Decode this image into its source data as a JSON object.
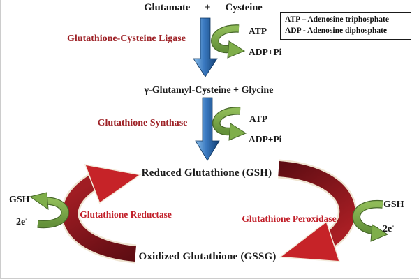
{
  "top_reaction": {
    "reactant_left": "Glutamate",
    "plus_sign": "+",
    "reactant_right": "Cysteine"
  },
  "legend": {
    "line1": "ATP – Adenosine triphosphate",
    "line2": "ADP - Adenosine diphosphate"
  },
  "step1": {
    "enzyme": "Glutathione-Cysteine Ligase",
    "cofactor_in": "ATP",
    "cofactor_out": "ADP+Pi"
  },
  "intermediate_reaction": "γ-Glutamyl-Cysteine + Glycine",
  "step2": {
    "enzyme": "Glutathione Synthase",
    "cofactor_in": "ATP",
    "cofactor_out": "ADP+Pi"
  },
  "cycle": {
    "reduced_node": "Reduced Glutathione (GSH)",
    "oxidized_node": "Oxidized Glutathione (GSSG)",
    "left_enzyme": "Glutathione Reductase",
    "right_enzyme": "Glutathione Peroxidase",
    "left_gsh": "GSH",
    "left_electrons_base": "2e",
    "left_electrons_sup": "-",
    "right_gsh": "GSH",
    "right_electrons_base": "2e",
    "right_electrons_sup": "-"
  },
  "colors": {
    "enzyme_label_dark_red": "#9e2227",
    "enzyme_label_bright_red": "#c2202a",
    "blue_arrow": "#2f6fb5",
    "green_arrow": "#7fae4a",
    "cycle_maroon": "#6b1016",
    "cycle_arrowhead_red": "#c62328",
    "text_black": "#1a1a1a",
    "background": "#ffffff"
  }
}
